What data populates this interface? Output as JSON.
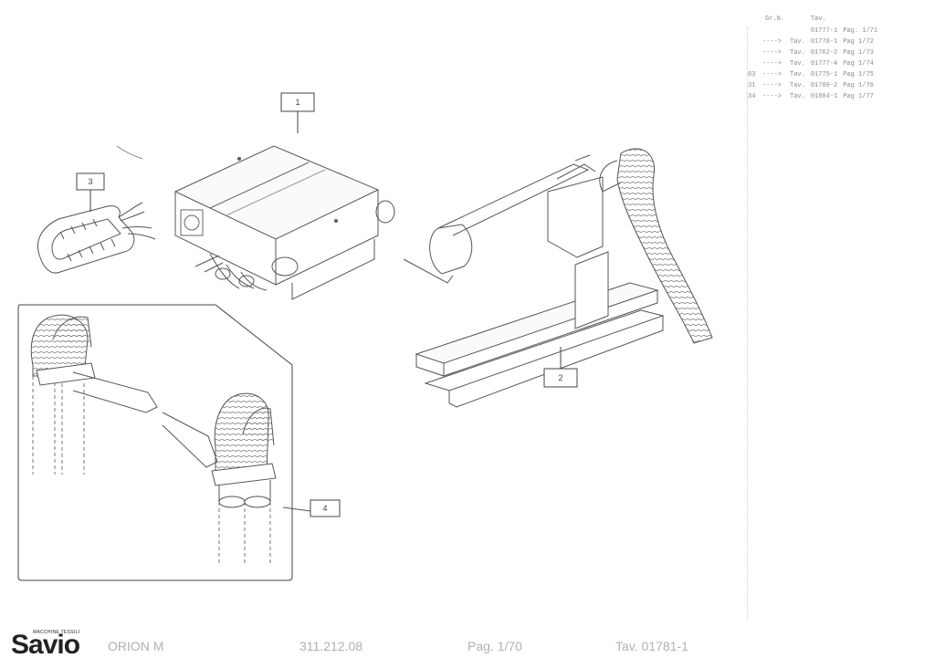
{
  "callouts": [
    "1",
    "2",
    "3",
    "4"
  ],
  "reference_table": {
    "headers": [
      "Gr.N.",
      "Tav."
    ],
    "rows": [
      {
        "group": "",
        "arrow": "",
        "tav": "",
        "number": "01777-1",
        "page": "Pag. 1/71"
      },
      {
        "group": "",
        "arrow": "---->",
        "tav": "Tav.",
        "number": "01778-1",
        "page": "Pag 1/72"
      },
      {
        "group": "",
        "arrow": "---->",
        "tav": "Tav.",
        "number": "01762-2",
        "page": "Pag 1/73"
      },
      {
        "group": "",
        "arrow": "---->",
        "tav": "Tav.",
        "number": "01777-4",
        "page": "Pag 1/74"
      },
      {
        "group": "83",
        "arrow": "---->",
        "tav": "Tav.",
        "number": "01775-1",
        "page": "Pag 1/75"
      },
      {
        "group": "31",
        "arrow": "---->",
        "tav": "Tav.",
        "number": "01780-2",
        "page": "Pag 1/76"
      },
      {
        "group": "34",
        "arrow": "---->",
        "tav": "Tav.",
        "number": "01804-1",
        "page": "Pag 1/77"
      }
    ]
  },
  "footer": {
    "logo_tagline": "MACCHINE TESSILI",
    "logo_word": "Savio",
    "model": "ORION M",
    "code": "311.212.08",
    "page": "Pag. 1/70",
    "table": "Tav. 01781-1"
  }
}
